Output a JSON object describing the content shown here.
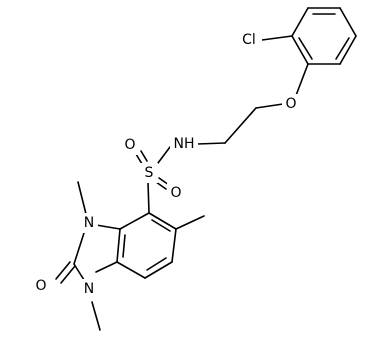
{
  "structure": {
    "atoms": {
      "Cl": "Cl",
      "O_ether": "O",
      "NH": "NH",
      "S": "S",
      "O_sulfonyl_1": "O",
      "O_sulfonyl_2": "O",
      "N1": "N",
      "N3": "N",
      "O_carbonyl": "O"
    }
  },
  "colors": {
    "bond": "#000000",
    "text": "#000000",
    "background": "#ffffff"
  }
}
